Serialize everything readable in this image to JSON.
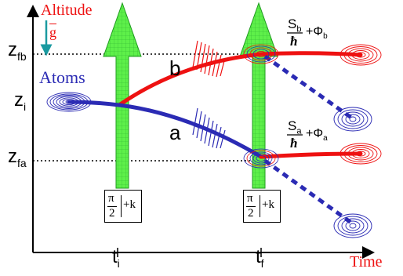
{
  "axes": {
    "y_label": "Altitude",
    "x_label": "Time",
    "gravity_symbol": "g",
    "y_ticks": {
      "z_fb": {
        "base": "z",
        "sub": "fb"
      },
      "z_i": {
        "base": "z",
        "sub": "i"
      },
      "z_fa": {
        "base": "z",
        "sub": "fa"
      }
    },
    "x_ticks": {
      "t_i": {
        "base": "t",
        "sub": "i"
      },
      "t_f": {
        "base": "t",
        "sub": "f"
      }
    }
  },
  "labels": {
    "atoms": "Atoms",
    "path_b": "b",
    "path_a": "a"
  },
  "phases": {
    "b": {
      "num": "S",
      "num_sub": "b",
      "den": "ħ",
      "plus": "+Φ",
      "plus_sub": "b"
    },
    "a": {
      "num": "S",
      "num_sub": "a",
      "den": "ħ",
      "plus": "+Φ",
      "plus_sub": "a"
    }
  },
  "pulses": {
    "first": {
      "num": "π",
      "den": "2",
      "k": "+k"
    },
    "second": {
      "num": "π",
      "den": "2",
      "k": "+k"
    }
  },
  "colors": {
    "blue": "#2b2bb4",
    "red": "#ee1111",
    "green": "#55ee44",
    "green_dark": "#1f9a1f",
    "teal": "#1a9aa0",
    "axis": "#000000"
  }
}
